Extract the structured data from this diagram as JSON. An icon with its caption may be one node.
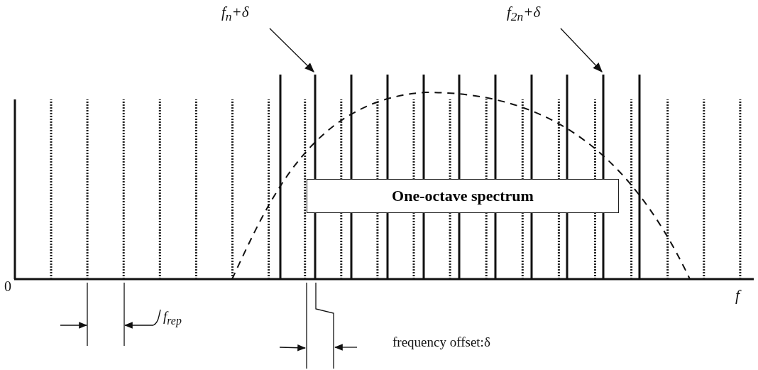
{
  "diagram": {
    "nodes": [
      {
        "text": [
          "f$_{n}$+δ"
        ]
      },
      {
        "text": [],
        "shape": "bar"
      },
      {
        "text": [
          "f$_{2n}$+δ"
        ]
      },
      {
        "text": [],
        "shape": "bar"
      },
      {
        "text": [
          "One-octave spectrum"
        ]
      }
    ],
    "edges": [
      {
        "from": 0,
        "to": 1,
        "arrow": "to"
      },
      {
        "from": 2,
        "to": 3,
        "arrow": "to"
      }
    ],
    "labels": [
      "0",
      "f$_{rep}$",
      "f",
      "frequency offset:δ"
    ]
  }
}
